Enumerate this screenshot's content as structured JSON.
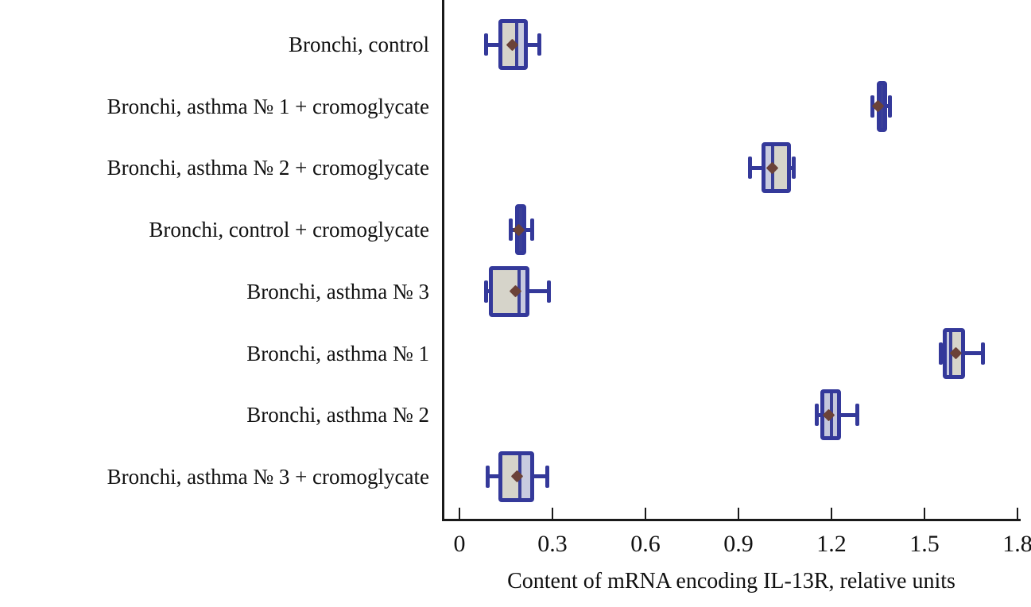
{
  "chart_data": {
    "type": "boxplot",
    "orientation": "horizontal",
    "title": "",
    "xlabel": "Content of mRNA encoding IL-13R, relative units",
    "ylabel": "",
    "xlim": [
      0,
      1.84
    ],
    "xticks": [
      0,
      0.3,
      0.6,
      0.9,
      1.2,
      1.5,
      1.8
    ],
    "xtick_labels": [
      "0",
      "0.3",
      "0.6",
      "0.9",
      "1.2",
      "1.5",
      "1.8"
    ],
    "grid": false,
    "legend": null,
    "categories": [
      "Bronchi, control",
      "Bronchi, asthma № 1 + cromoglycate",
      "Bronchi, asthma № 2 + cromoglycate",
      "Bronchi, control + cromoglycate",
      "Bronchi, asthma № 3",
      "Bronchi, asthma № 1",
      "Bronchi, asthma № 2",
      "Bronchi, asthma № 3 + cromoglycate"
    ],
    "boxes": [
      {
        "label": "Bronchi, control",
        "whisker_low": 0.085,
        "q1": 0.125,
        "median": 0.19,
        "q3": 0.22,
        "whisker_high": 0.26,
        "mean": 0.17,
        "fill_left": "#d6d4ca",
        "fill_right": "#c8cbdf"
      },
      {
        "label": "Bronchi, asthma № 1 + cromoglycate",
        "whisker_low": 1.33,
        "q1": 1.345,
        "median": 1.36,
        "q3": 1.38,
        "whisker_high": 1.39,
        "mean": 1.35,
        "fill_left": "#dfe0ea",
        "fill_right": "#b4b8d6"
      },
      {
        "label": "Bronchi, asthma № 2 + cromoglycate",
        "whisker_low": 0.935,
        "q1": 0.975,
        "median": 1.005,
        "q3": 1.07,
        "whisker_high": 1.08,
        "mean": 1.01,
        "fill_left": "#c8cbdf",
        "fill_right": "#d6d4ca"
      },
      {
        "label": "Bronchi, control + cromoglycate",
        "whisker_low": 0.165,
        "q1": 0.18,
        "median": 0.197,
        "q3": 0.215,
        "whisker_high": 0.235,
        "mean": 0.19,
        "fill_left": "#bdc0d8",
        "fill_right": "#c8cbdf"
      },
      {
        "label": "Bronchi, asthma № 3",
        "whisker_low": 0.085,
        "q1": 0.095,
        "median": 0.2,
        "q3": 0.225,
        "whisker_high": 0.29,
        "mean": 0.18,
        "fill_left": "#d6d4ca",
        "fill_right": "#c8cbdf"
      },
      {
        "label": "Bronchi, asthma № 1",
        "whisker_low": 1.55,
        "q1": 1.56,
        "median": 1.58,
        "q3": 1.63,
        "whisker_high": 1.69,
        "mean": 1.6,
        "fill_left": "#c8cbdf",
        "fill_right": "#d6d4ca"
      },
      {
        "label": "Bronchi, asthma № 2",
        "whisker_low": 1.15,
        "q1": 1.165,
        "median": 1.2,
        "q3": 1.23,
        "whisker_high": 1.285,
        "mean": 1.19,
        "fill_left": "#c4c7dc",
        "fill_right": "#c4c7dc"
      },
      {
        "label": "Bronchi, asthma № 3 + cromoglycate",
        "whisker_low": 0.09,
        "q1": 0.125,
        "median": 0.2,
        "q3": 0.24,
        "whisker_high": 0.285,
        "mean": 0.185,
        "fill_left": "#d6d4ca",
        "fill_right": "#c8cbdf"
      }
    ],
    "colors": {
      "box_border": "#34399a",
      "whisker": "#34399a",
      "median_line": "#3a3f98",
      "mean_marker": "#6b4238",
      "axis": "#1a1a1a",
      "text": "#111111"
    }
  }
}
